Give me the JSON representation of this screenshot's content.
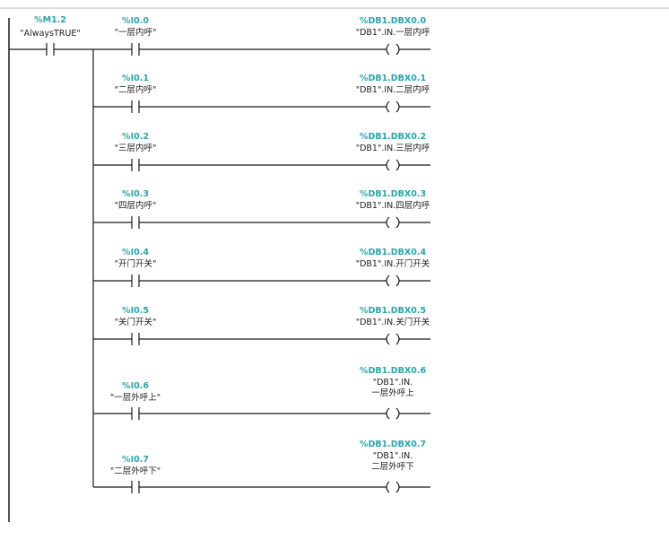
{
  "colors": {
    "address": "#2aa6ad",
    "text": "#222222",
    "line": "#1a1a1a",
    "top_rule": "#bbbbbb"
  },
  "first_contact": {
    "address": "%M1.2",
    "symbol": "\"AlwaysTRUE\""
  },
  "rows": [
    {
      "contact_address": "%I0.0",
      "contact_symbol": "\"一层内呼\"",
      "coil_address": "%DB1.DBX0.0",
      "coil_symbol": [
        "\"DB1\".IN.一层内呼"
      ]
    },
    {
      "contact_address": "%I0.1",
      "contact_symbol": "\"二层内呼\"",
      "coil_address": "%DB1.DBX0.1",
      "coil_symbol": [
        "\"DB1\".IN.二层内呼"
      ]
    },
    {
      "contact_address": "%I0.2",
      "contact_symbol": "\"三层内呼\"",
      "coil_address": "%DB1.DBX0.2",
      "coil_symbol": [
        "\"DB1\".IN.三层内呼"
      ]
    },
    {
      "contact_address": "%I0.3",
      "contact_symbol": "\"四层内呼\"",
      "coil_address": "%DB1.DBX0.3",
      "coil_symbol": [
        "\"DB1\".IN.四层内呼"
      ]
    },
    {
      "contact_address": "%I0.4",
      "contact_symbol": "\"开门开关\"",
      "coil_address": "%DB1.DBX0.4",
      "coil_symbol": [
        "\"DB1\".IN.开门开关"
      ]
    },
    {
      "contact_address": "%I0.5",
      "contact_symbol": "\"关门开关\"",
      "coil_address": "%DB1.DBX0.5",
      "coil_symbol": [
        "\"DB1\".IN.关门开关"
      ]
    },
    {
      "contact_address": "%I0.6",
      "contact_symbol": "\"一层外呼上\"",
      "coil_address": "%DB1.DBX0.6",
      "coil_symbol": [
        "\"DB1\".IN.",
        "一层外呼上"
      ]
    },
    {
      "contact_address": "%I0.7",
      "contact_symbol": "\"二层外呼下\"",
      "coil_address": "%DB1.DBX0.7",
      "coil_symbol": [
        "\"DB1\".IN.",
        "二层外呼下"
      ]
    }
  ]
}
